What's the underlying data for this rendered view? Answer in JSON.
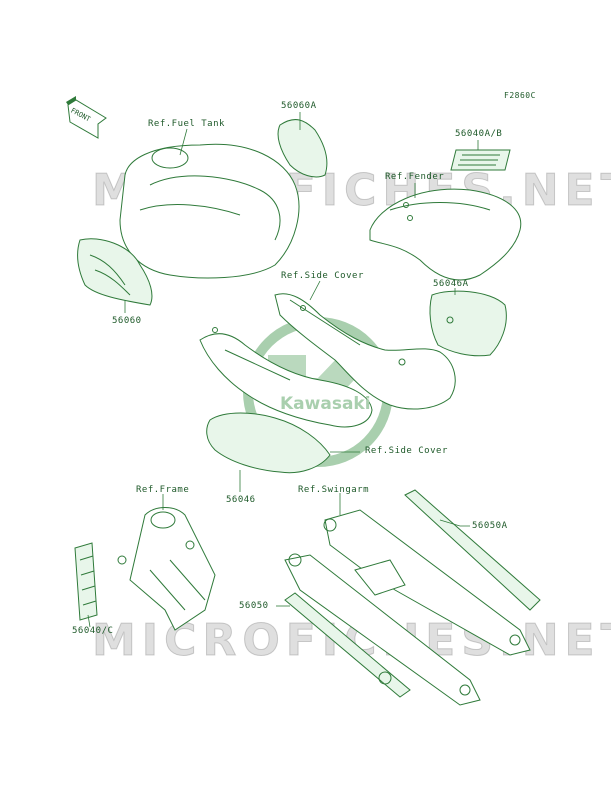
{
  "diagram": {
    "code": "F2860C",
    "front_label": "FRONT",
    "watermark_text": "MICROFICHES.NET",
    "logo_text": "Kawasaki",
    "labels": {
      "ref_fuel_tank": "Ref.Fuel Tank",
      "p56060a": "56060A",
      "p56040ab": "56040A/B",
      "ref_fender": "Ref.Fender",
      "p56060": "56060",
      "ref_side_cover_top": "Ref.Side Cover",
      "p56046a": "56046A",
      "ref_side_cover_bottom": "Ref.Side Cover",
      "p56046": "56046",
      "ref_frame": "Ref.Frame",
      "ref_swingarm": "Ref.Swingarm",
      "p56050a": "56050A",
      "p56050": "56050",
      "p56040c": "56040/C"
    },
    "colors": {
      "line": "#2f7a3a",
      "fill": "#e8f6ea",
      "text": "#1f5a2a",
      "logo": "#a9cfae"
    }
  }
}
